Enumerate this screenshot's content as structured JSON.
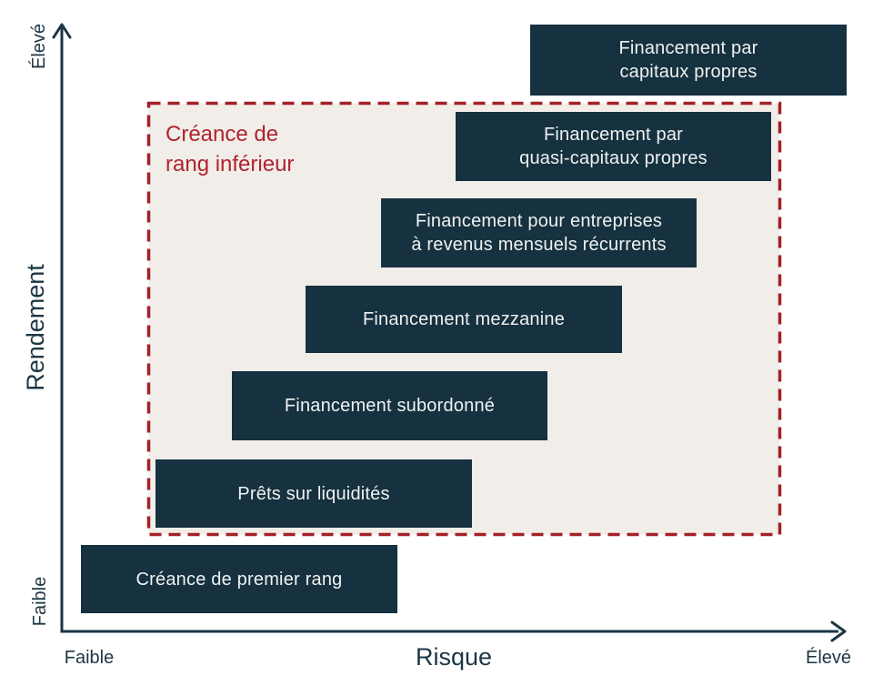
{
  "colors": {
    "navy": "#16313F",
    "beige": "#F1EDE9",
    "zoneBorder": "#A32028",
    "zoneText": "#B0242D",
    "axis": "#1C3644",
    "boxText": "#EFF2F2",
    "pageBg": "#FFFFFF"
  },
  "axes": {
    "y": {
      "title": "Rendement",
      "high": "Élevé",
      "low": "Faible"
    },
    "x": {
      "title": "Risque",
      "low": "Faible",
      "high": "Élevé"
    }
  },
  "zone": {
    "label": "Créance de\nrang inférieur"
  },
  "boxes": [
    {
      "label": "Financement par\ncapitaux propres",
      "in_inferior_zone": false
    },
    {
      "label": "Financement par\nquasi-capitaux propres",
      "in_inferior_zone": true
    },
    {
      "label": "Financement pour entreprises\nà revenus mensuels récurrents",
      "in_inferior_zone": true
    },
    {
      "label": "Financement mezzanine",
      "in_inferior_zone": true
    },
    {
      "label": "Financement subordonné",
      "in_inferior_zone": true
    },
    {
      "label": "Prêts sur liquidités",
      "in_inferior_zone": true
    },
    {
      "label": "Créance de premier rang",
      "in_inferior_zone": false
    }
  ]
}
